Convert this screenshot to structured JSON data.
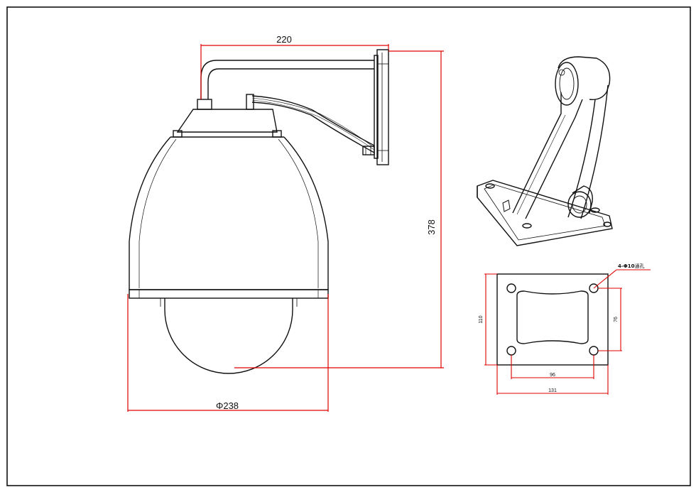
{
  "dimensions": {
    "bracket_width": "220",
    "total_height": "378",
    "dome_diameter": "Φ238",
    "plate_holes": "4-Φ10",
    "plate_holes_suffix": "通孔",
    "plate_height": "110",
    "hole_v_spacing": "76",
    "hole_h_spacing": "96",
    "plate_width": "131"
  },
  "colors": {
    "line": "#111111",
    "dimension": "#e00000",
    "paper": "#ffffff"
  }
}
